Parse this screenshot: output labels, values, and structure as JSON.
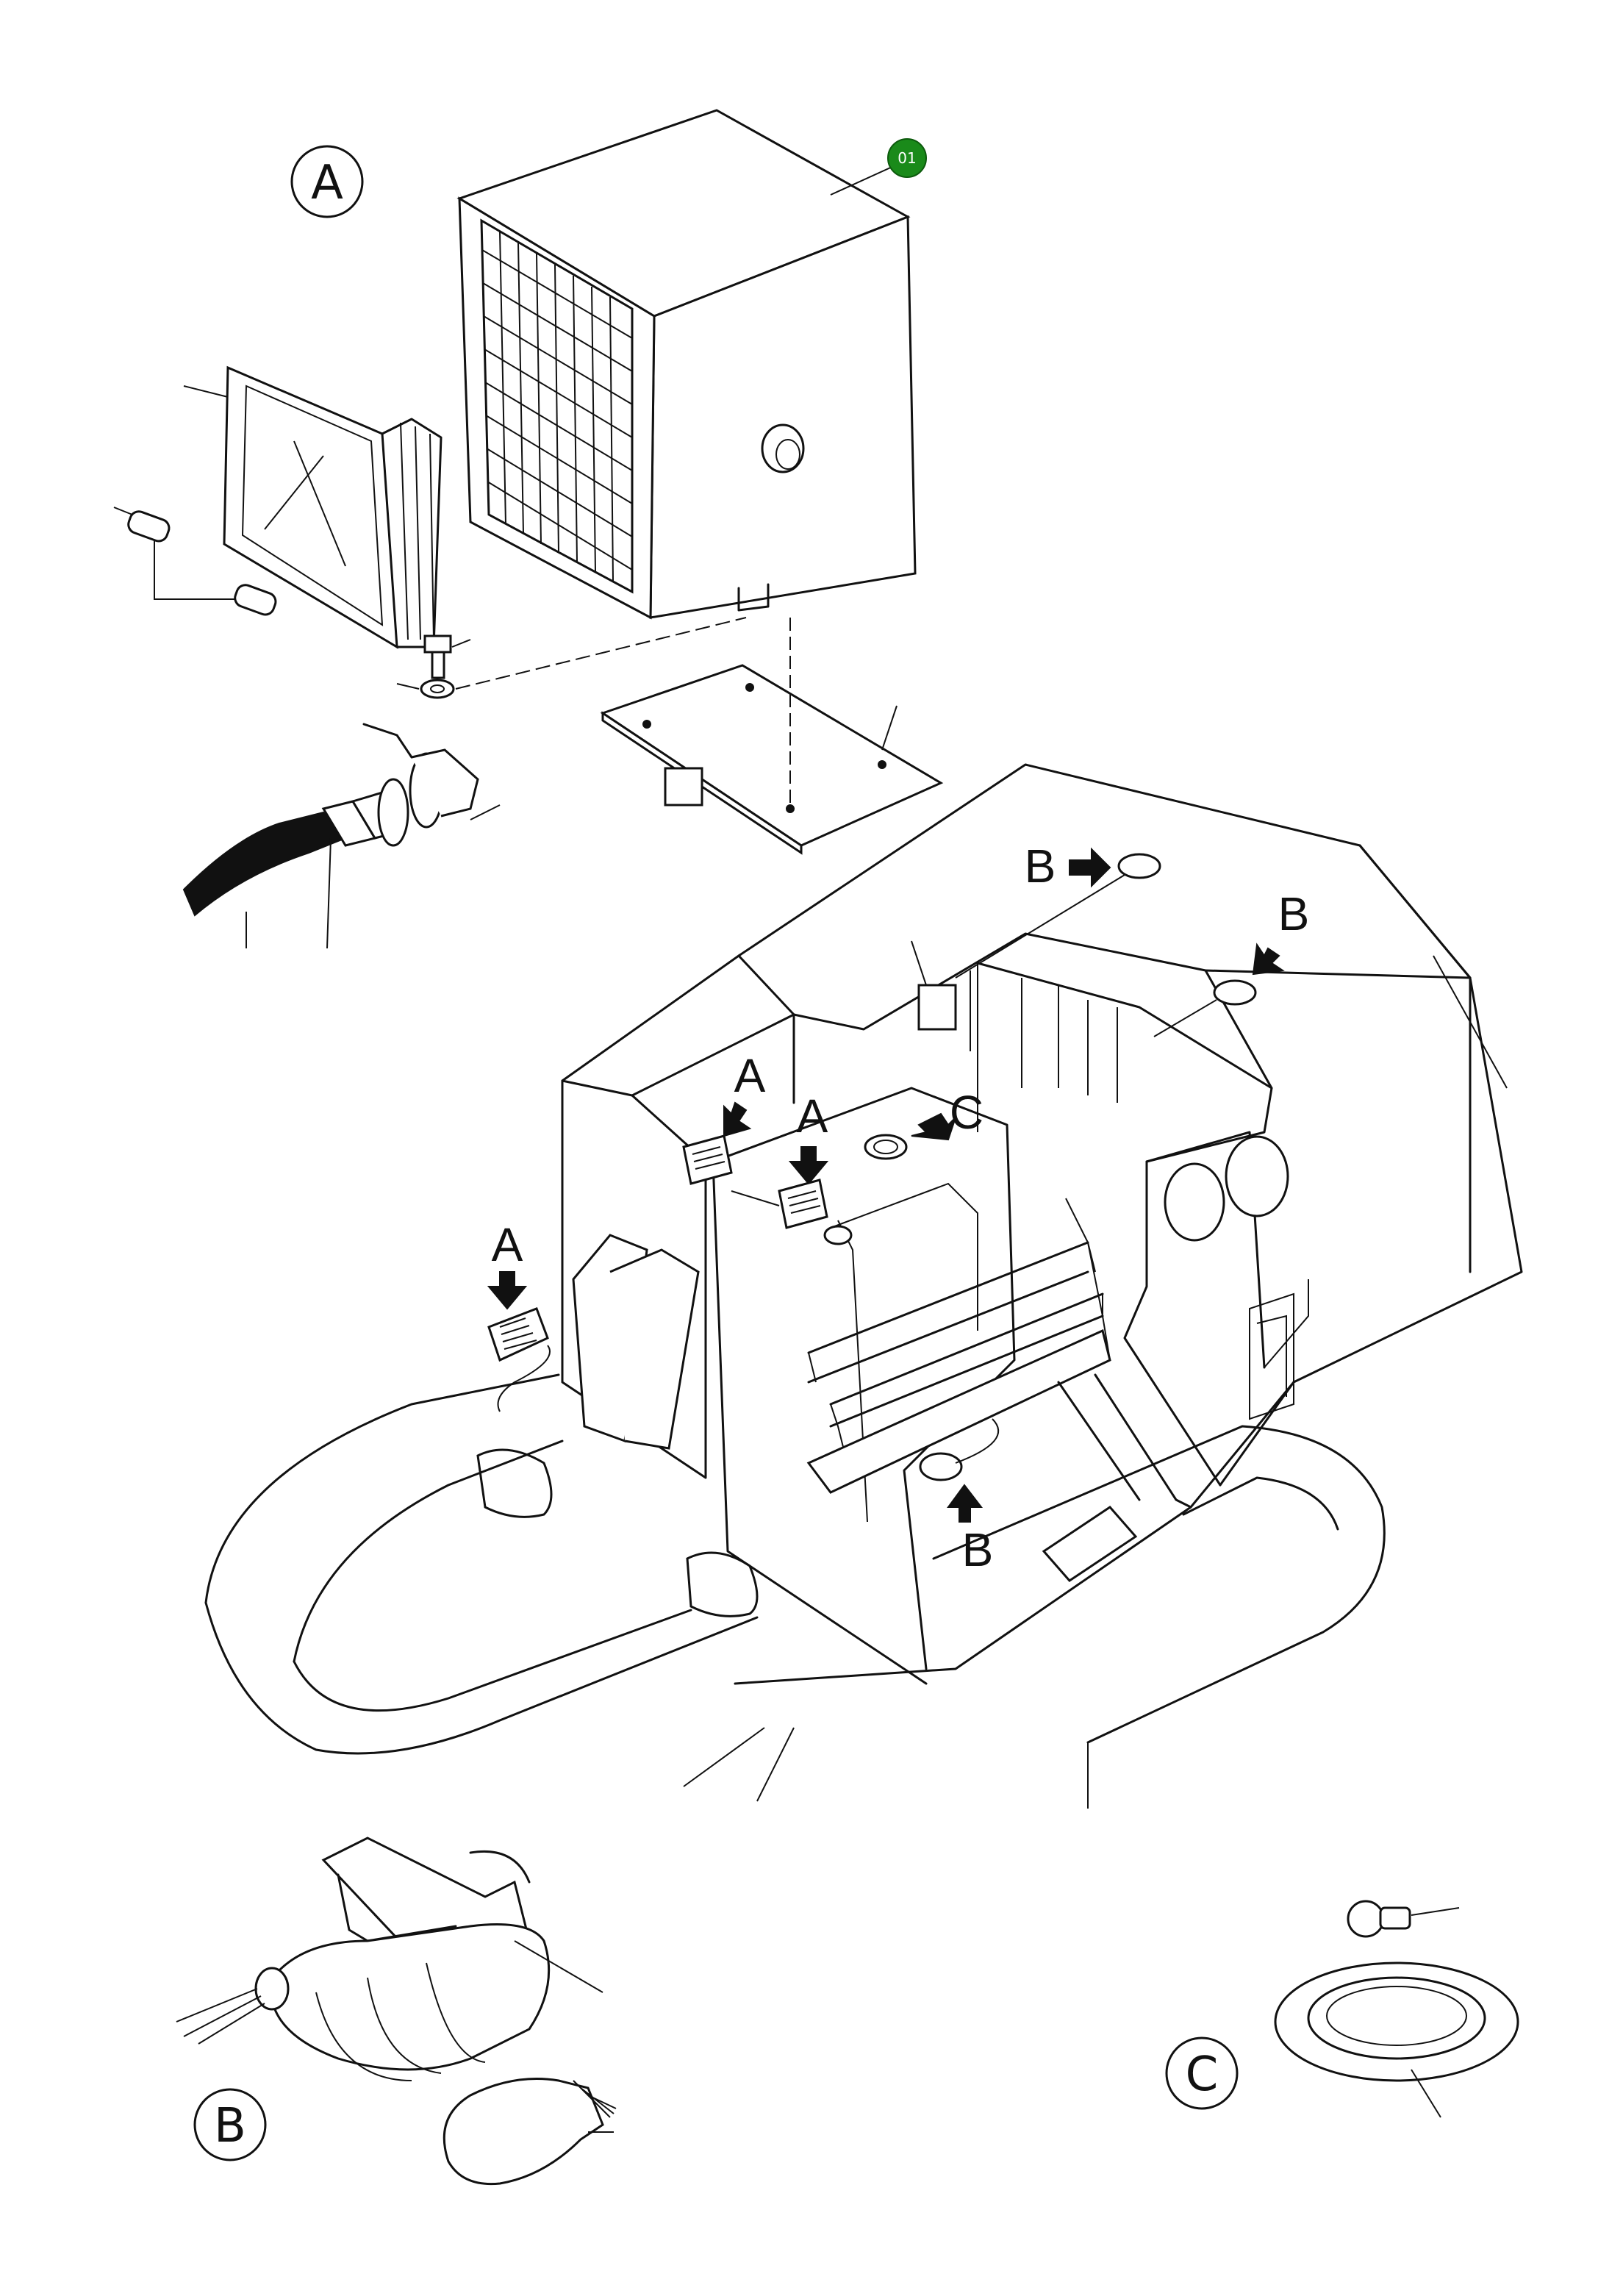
{
  "detail_labels": {
    "a": "A",
    "b": "B",
    "c": "C"
  },
  "hotspot": {
    "label": "01",
    "color": "#1a8a1a"
  },
  "callouts": {
    "a1": "A",
    "a2": "A",
    "a3": "A",
    "b1": "B",
    "b2": "B",
    "b3": "B",
    "c1": "C"
  },
  "icons": {
    "arrow": "arrow-icon"
  }
}
